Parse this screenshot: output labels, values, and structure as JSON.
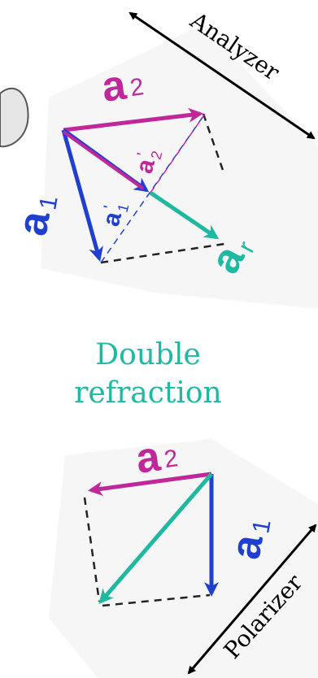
{
  "labels": {
    "analyzer": "Analyzer",
    "polarizer": "Polarizer",
    "double_refraction_line1": "Double",
    "double_refraction_line2": "refraction",
    "top_a2": "a",
    "top_a2_sub": "2",
    "top_a1": "a",
    "top_a1_sub": "1",
    "top_a1_prime": "a",
    "top_a1_prime_sub": "1",
    "top_a1_prime_mark": "'",
    "top_a2_prime": "a",
    "top_a2_prime_sub": "2",
    "top_a2_prime_mark": "'",
    "top_ar": "a",
    "top_ar_sub": "r",
    "bottom_a2": "a",
    "bottom_a2_sub": "2",
    "bottom_a1": "a",
    "bottom_a1_sub": "1"
  },
  "colors": {
    "a1": "#1f3fcf",
    "a2": "#c0279b",
    "resultant": "#1fb8a0",
    "dashed": "#222222",
    "axis": "#000000",
    "text_green": "#1fb8a0",
    "lens_fill": "#e6e6e6",
    "lens_stroke": "#555555",
    "panel_shadow": "#f2f2f2"
  }
}
